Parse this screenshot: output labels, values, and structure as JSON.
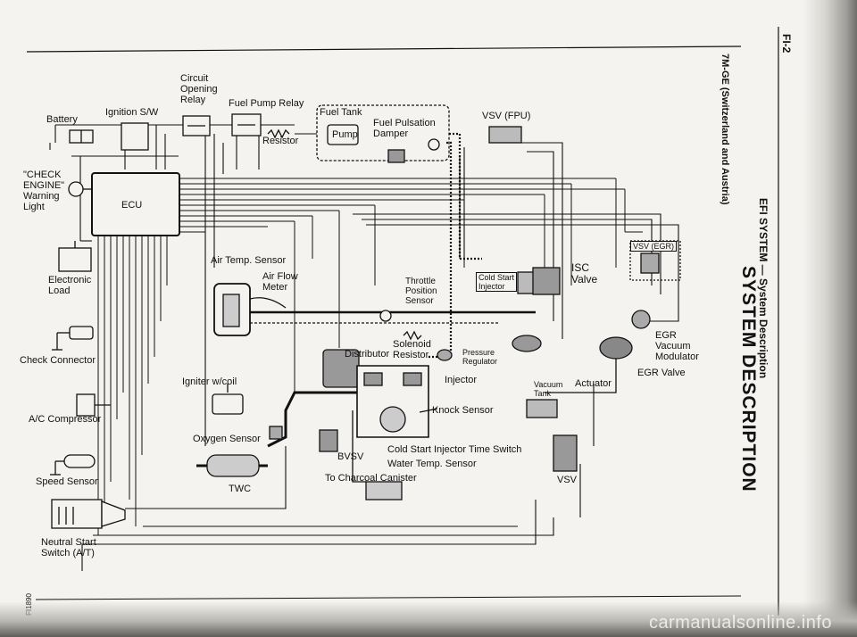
{
  "header": {
    "page_number": "FI-2",
    "section": "EFI SYSTEM — System Description",
    "title": "SYSTEM DESCRIPTION",
    "model": "7M-GE (Switzerland and Austria)"
  },
  "labels": {
    "battery": "Battery",
    "ignition_sw": "Ignition S/W",
    "circuit_opening_relay": [
      "Circuit",
      "Opening",
      "Relay"
    ],
    "fuel_pump_relay": "Fuel Pump Relay",
    "resistor": "Resistor",
    "fuel_tank": "Fuel Tank",
    "pump": "Pump",
    "fuel_pulsation_damper": [
      "Fuel Pulsation",
      "Damper"
    ],
    "vsv_fpu": "VSV (FPU)",
    "check_engine_light": [
      "\"CHECK",
      "ENGINE\"",
      "Warning",
      "Light"
    ],
    "ecu": "ECU",
    "vsv_egr": "VSV (EGR)",
    "electronic_load": [
      "Electronic",
      "Load"
    ],
    "air_temp_sensor": "Air Temp. Sensor",
    "air_flow_meter": [
      "Air Flow",
      "Meter"
    ],
    "throttle_position_sensor": [
      "Throttle",
      "Position",
      "Sensor"
    ],
    "cold_start_injector": [
      "Cold Start",
      "Injector"
    ],
    "isc_valve": [
      "ISC",
      "Valve"
    ],
    "egr_vacuum_modulator": [
      "EGR",
      "Vacuum",
      "Modulator"
    ],
    "check_connector": "Check Connector",
    "solenoid_resistor": [
      "Solenoid",
      "Resistor"
    ],
    "distributor": "Distributor",
    "pressure_regulator": [
      "Pressure",
      "Regulator"
    ],
    "egr_valve": "EGR Valve",
    "igniter": "Igniter w/coil",
    "injector": "Injector",
    "vacuum_tank": [
      "Vacuum",
      "Tank"
    ],
    "actuator": "Actuator",
    "ac_compressor": "A/C Compressor",
    "knock_sensor": "Knock Sensor",
    "oxygen_sensor": "Oxygen Sensor",
    "bvsv": "BVSV",
    "cold_start_time_switch": "Cold Start Injector Time Switch",
    "water_temp_sensor": "Water Temp. Sensor",
    "speed_sensor": "Speed Sensor",
    "twc": "TWC",
    "charcoal_canister": "To Charcoal Canister",
    "vsv": "VSV",
    "neutral_start_switch": [
      "Neutral Start",
      "Switch (A/T)"
    ],
    "figure_code": "FI1890"
  },
  "watermark": "carmanualsonline.info"
}
